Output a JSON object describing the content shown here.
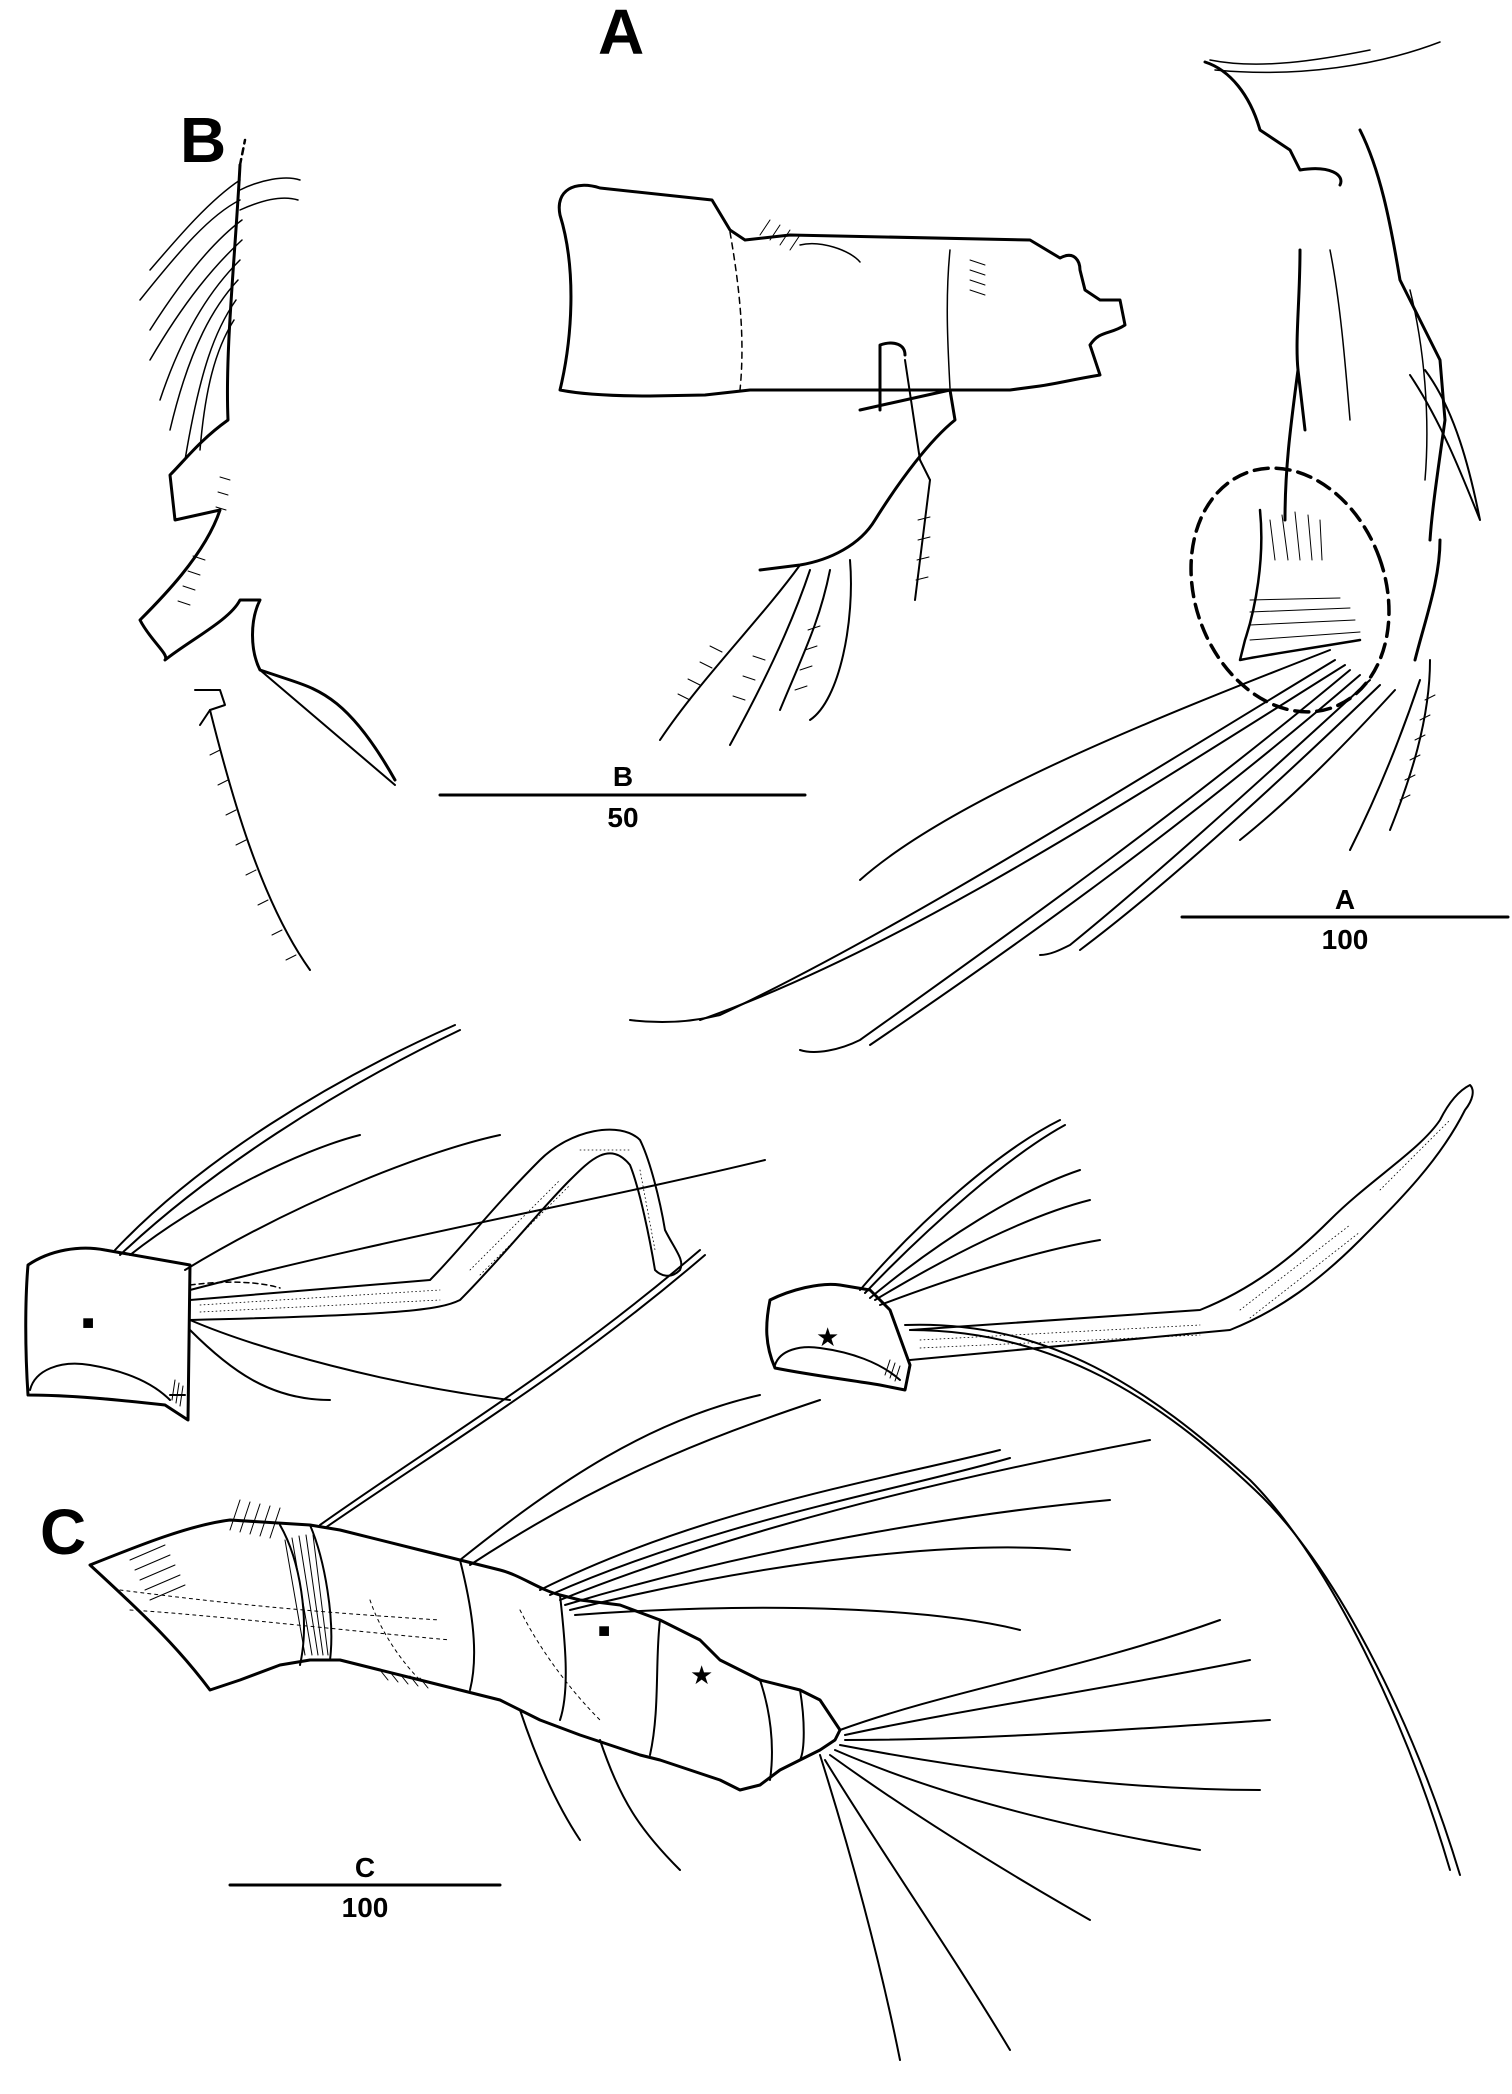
{
  "panels": {
    "a": {
      "label": "A"
    },
    "b": {
      "label": "B"
    },
    "c": {
      "label": "C"
    }
  },
  "scale_bars": {
    "a": {
      "letter": "A",
      "value": "100"
    },
    "b": {
      "letter": "B",
      "value": "50"
    },
    "c": {
      "letter": "C",
      "value": "100"
    }
  },
  "markers": {
    "square": "■",
    "star": "★"
  },
  "colors": {
    "ink": "#000000",
    "paper": "#ffffff"
  }
}
